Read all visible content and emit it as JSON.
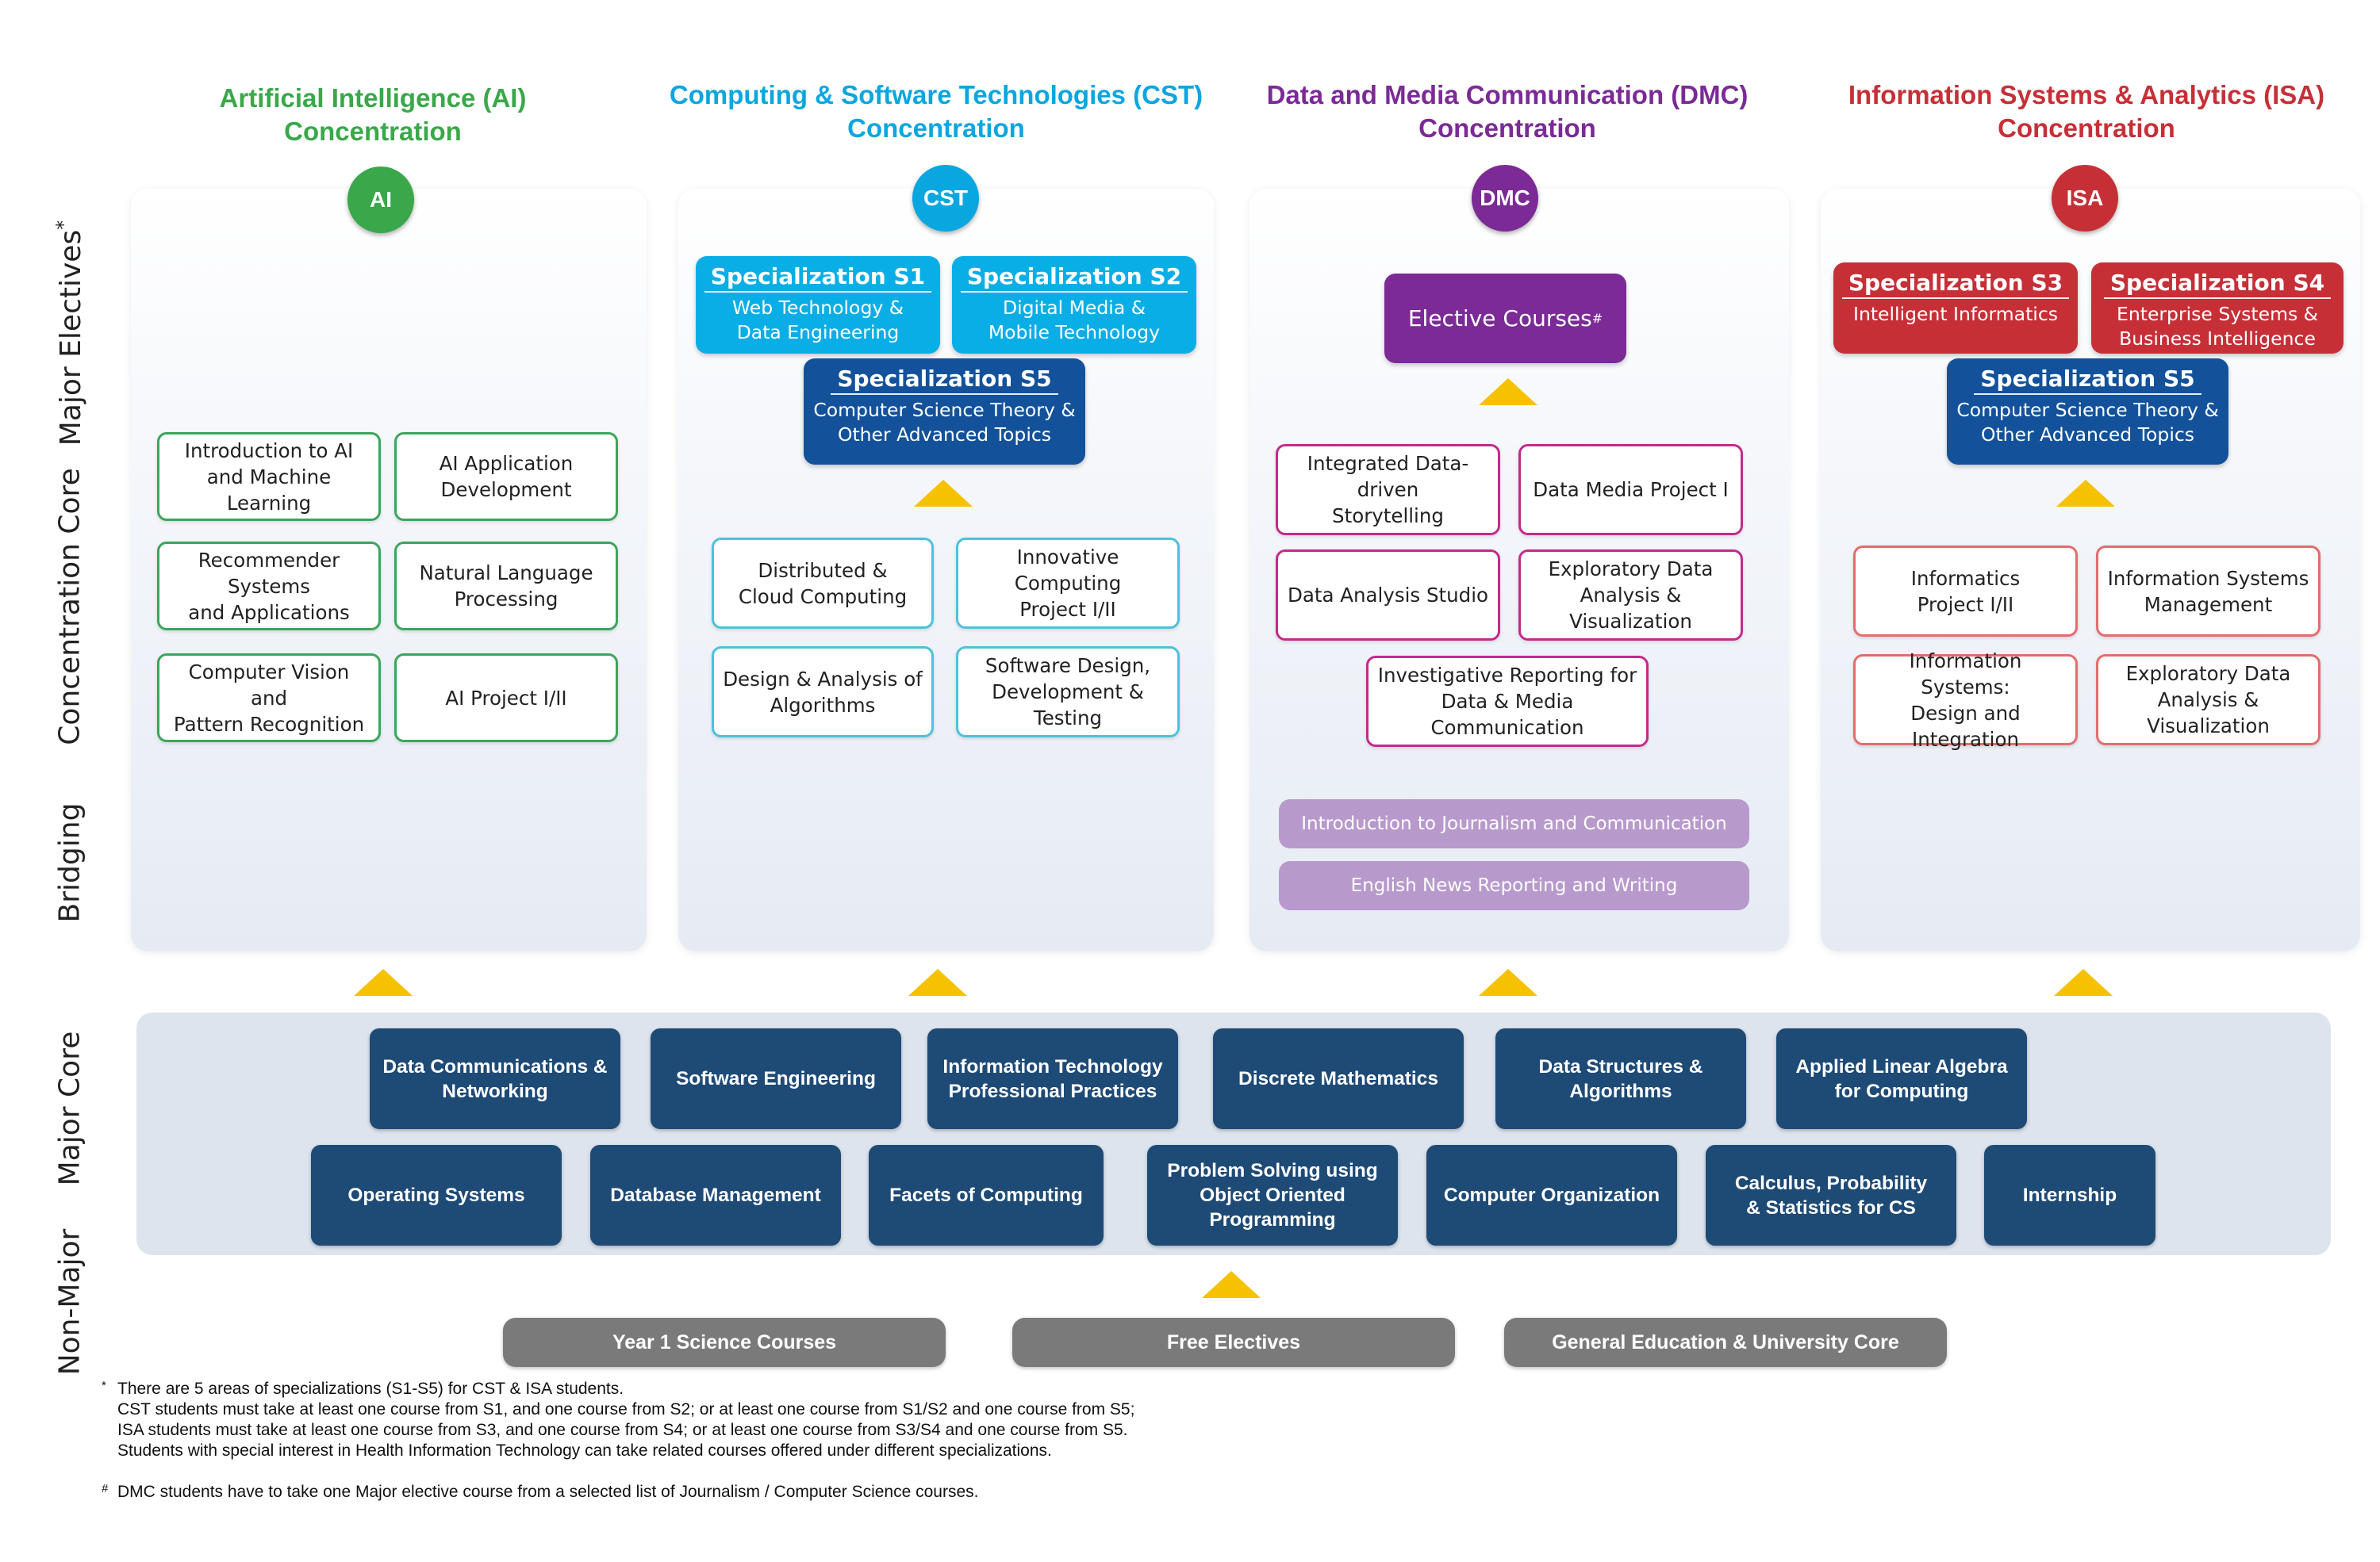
{
  "side_labels": {
    "major_electives": "Major Electives",
    "major_electives_mark": "*",
    "concentration_core": "Concentration Core",
    "bridging": "Bridging",
    "major_core": "Major Core",
    "non_major": "Non-Major"
  },
  "concentrations": {
    "ai": {
      "title": "Artificial Intelligence (AI)\nConcentration",
      "badge": "AI",
      "color": "#3aa84a"
    },
    "cst": {
      "title": "Computing & Software Technologies (CST)\nConcentration",
      "badge": "CST",
      "color": "#0aa6e0"
    },
    "dmc": {
      "title": "Data and Media Communication (DMC)\nConcentration",
      "badge": "DMC",
      "color": "#7b2a96"
    },
    "isa": {
      "title": "Information Systems & Analytics (ISA)\nConcentration",
      "badge": "ISA",
      "color": "#c72f37"
    }
  },
  "ai": {
    "courses": [
      "Introduction to AI\nand Machine Learning",
      "AI Application\nDevelopment",
      "Recommender Systems\nand Applications",
      "Natural Language\nProcessing",
      "Computer Vision and\nPattern Recognition",
      "AI Project I/II"
    ]
  },
  "cst": {
    "specs": [
      {
        "title": "Specialization S1",
        "desc": "Web Technology &\nData Engineering"
      },
      {
        "title": "Specialization S2",
        "desc": "Digital Media &\nMobile Technology"
      },
      {
        "title": "Specialization S5",
        "desc": "Computer Science Theory &\nOther Advanced Topics"
      }
    ],
    "courses": [
      "Distributed &\nCloud Computing",
      "Innovative Computing\nProject I/II",
      "Design & Analysis of\nAlgorithms",
      "Software Design,\nDevelopment & Testing"
    ]
  },
  "dmc": {
    "elective": "Elective Courses",
    "elective_mark": "#",
    "courses": [
      "Integrated Data-driven\nStorytelling",
      "Data Media Project I",
      "Data Analysis Studio",
      "Exploratory Data\nAnalysis & Visualization",
      "Investigative Reporting for\nData & Media Communication"
    ],
    "bridging": [
      "Introduction to Journalism and Communication",
      "English News Reporting and Writing"
    ]
  },
  "isa": {
    "specs": [
      {
        "title": "Specialization S3",
        "desc": "Intelligent Informatics"
      },
      {
        "title": "Specialization S4",
        "desc": "Enterprise Systems &\nBusiness Intelligence"
      },
      {
        "title": "Specialization S5",
        "desc": "Computer Science Theory &\nOther Advanced Topics"
      }
    ],
    "courses": [
      "Informatics\nProject I/II",
      "Information Systems\nManagement",
      "Information Systems:\nDesign and Integration",
      "Exploratory Data\nAnalysis & Visualization"
    ]
  },
  "major_core": {
    "row1": [
      "Data Communications &\nNetworking",
      "Software Engineering",
      "Information Technology\nProfessional Practices",
      "Discrete Mathematics",
      "Data Structures &\nAlgorithms",
      "Applied Linear Algebra\nfor Computing"
    ],
    "row2": [
      "Operating Systems",
      "Database Management",
      "Facets of Computing",
      "Problem Solving using\nObject Oriented\nProgramming",
      "Computer Organization",
      "Calculus, Probability\n& Statistics for CS",
      "Internship"
    ]
  },
  "non_major": [
    "Year 1 Science Courses",
    "Free Electives",
    "General Education  & University Core"
  ],
  "notes": {
    "star_mark": "*",
    "star_lines": [
      "There are 5 areas of specializations (S1-S5) for CST & ISA students.",
      "CST students must take at least one course from S1, and one course from S2; or at least one course from S1/S2 and one course from S5;",
      "ISA students must take at least one course from S3, and one course from S4; or at least one course from S3/S4 and one course from S5.",
      "Students with special interest in Health Information Technology can take related courses offered under different specializations."
    ],
    "hash_mark": "#",
    "hash_line": "DMC students have to take one Major elective course from a selected list of Journalism / Computer Science courses."
  },
  "colors": {
    "arrow": "#f6c200",
    "core_box": "#1e4a76",
    "non_major_box": "#7a7a7a",
    "bridging_box": "#b899cc"
  }
}
